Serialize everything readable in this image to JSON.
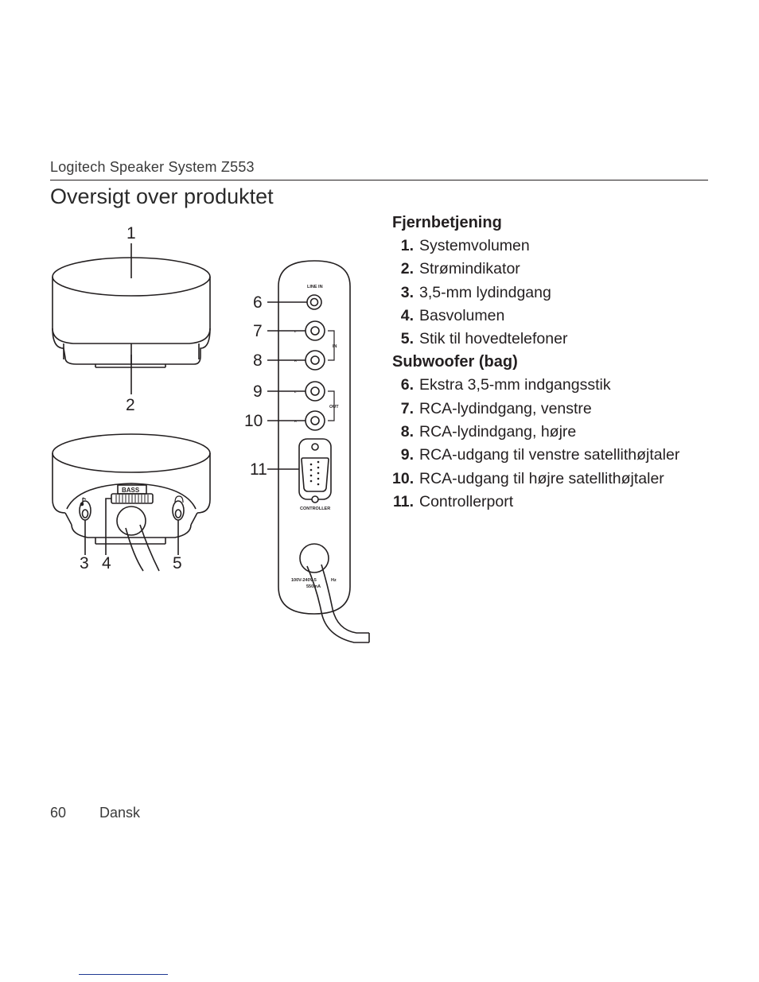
{
  "header": {
    "product": "Logitech Speaker System Z553"
  },
  "page_title": "Oversigt over produktet",
  "sections": [
    {
      "heading": "Fjernbetjening",
      "items": [
        {
          "num": "1.",
          "label": "Systemvolumen"
        },
        {
          "num": "2.",
          "label": "Strømindikator"
        },
        {
          "num": "3.",
          "label": "3,5-mm lydindgang"
        },
        {
          "num": "4.",
          "label": "Basvolumen"
        },
        {
          "num": "5.",
          "label": "Stik til hovedtelefoner"
        }
      ]
    },
    {
      "heading": "Subwoofer (bag)",
      "items": [
        {
          "num": "6.",
          "label": "Ekstra 3,5-mm indgangsstik"
        },
        {
          "num": "7.",
          "label": "RCA-lydindgang, venstre"
        },
        {
          "num": "8.",
          "label": "RCA-lydindgang, højre"
        },
        {
          "num": "9.",
          "label": "RCA-udgang til venstre satellithøjtaler"
        },
        {
          "num": "10.",
          "label": "RCA-udgang til højre satellithøjtaler"
        },
        {
          "num": "11.",
          "label": "Controllerport"
        }
      ]
    }
  ],
  "figure": {
    "callouts": [
      "1",
      "2",
      "3",
      "4",
      "5",
      "6",
      "7",
      "8",
      "9",
      "10",
      "11"
    ],
    "panel_labels": {
      "line_in": "LINE IN",
      "in": "IN",
      "out": "OUT",
      "controller": "CONTROLLER",
      "power_1": "100V-240V-5",
      "power_2": "550mA",
      "power_hz": "Hz",
      "bass": "BASS",
      "l": "L",
      "r": "R"
    }
  },
  "footer": {
    "page_number": "60",
    "language": "Dansk"
  }
}
